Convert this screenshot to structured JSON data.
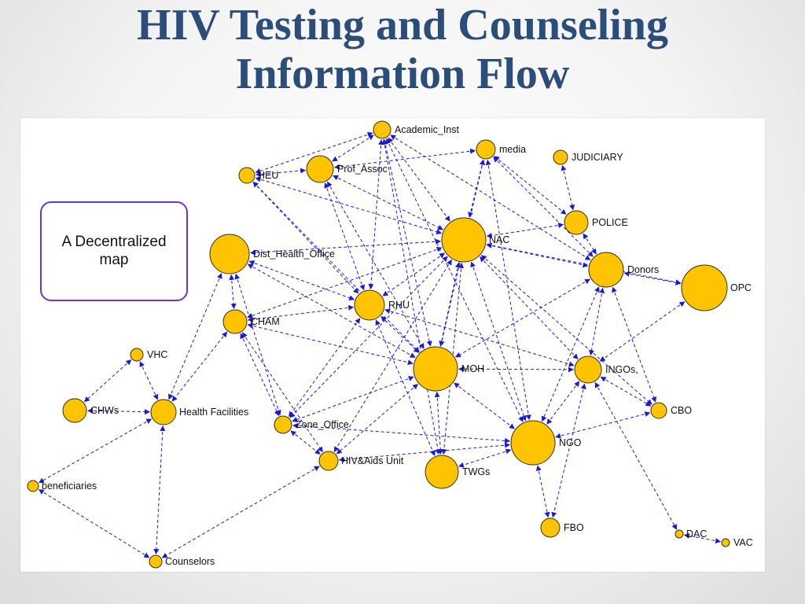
{
  "slide": {
    "title_line1": "HIV Testing and Counseling",
    "title_line2": "Information Flow"
  },
  "callout": {
    "text": "A Decentralized map",
    "border_color": "#6a35d6"
  },
  "colors": {
    "node_fill": "#ffc400",
    "node_stroke": "#3a3000",
    "edge": "#1a1ad6",
    "title": "#2a4d7a"
  },
  "network": {
    "nodes": [
      {
        "id": "academic",
        "label": "Academic_Inst"
      },
      {
        "id": "media",
        "label": "media"
      },
      {
        "id": "judiciary",
        "label": "JUDICIARY"
      },
      {
        "id": "heu",
        "label": "HEU"
      },
      {
        "id": "prof",
        "label": "Prof_Assoc"
      },
      {
        "id": "police",
        "label": "POLICE"
      },
      {
        "id": "nac",
        "label": "NAC"
      },
      {
        "id": "dho",
        "label": "Dist_Health_Office"
      },
      {
        "id": "donors",
        "label": "Donors"
      },
      {
        "id": "opc",
        "label": "OPC"
      },
      {
        "id": "rhu",
        "label": "RHU"
      },
      {
        "id": "cham",
        "label": "CHAM"
      },
      {
        "id": "vhc",
        "label": "VHC"
      },
      {
        "id": "moh",
        "label": "MOH"
      },
      {
        "id": "ingos",
        "label": "INGOs,"
      },
      {
        "id": "chws",
        "label": "CHWs"
      },
      {
        "id": "hf",
        "label": "Health Facilities"
      },
      {
        "id": "zone",
        "label": "Zone_Office"
      },
      {
        "id": "cbo",
        "label": "CBO"
      },
      {
        "id": "ngo",
        "label": "NGO"
      },
      {
        "id": "hiv",
        "label": "HIV&Aids Unit"
      },
      {
        "id": "twgs",
        "label": "TWGs"
      },
      {
        "id": "benef",
        "label": "beneficiaries"
      },
      {
        "id": "fbo",
        "label": "FBO"
      },
      {
        "id": "dac",
        "label": "DAC"
      },
      {
        "id": "vac",
        "label": "VAC"
      },
      {
        "id": "couns",
        "label": "Counselors"
      }
    ],
    "edges": [
      [
        "academic",
        "heu"
      ],
      [
        "academic",
        "prof"
      ],
      [
        "academic",
        "nac"
      ],
      [
        "academic",
        "moh"
      ],
      [
        "academic",
        "rhu"
      ],
      [
        "academic",
        "donors"
      ],
      [
        "academic",
        "ngo"
      ],
      [
        "academic",
        "twgs"
      ],
      [
        "media",
        "prof"
      ],
      [
        "media",
        "nac"
      ],
      [
        "media",
        "police"
      ],
      [
        "media",
        "moh"
      ],
      [
        "media",
        "ngo"
      ],
      [
        "media",
        "donors"
      ],
      [
        "judiciary",
        "police"
      ],
      [
        "heu",
        "prof"
      ],
      [
        "heu",
        "nac"
      ],
      [
        "heu",
        "moh"
      ],
      [
        "heu",
        "rhu"
      ],
      [
        "prof",
        "nac"
      ],
      [
        "prof",
        "moh"
      ],
      [
        "prof",
        "rhu"
      ],
      [
        "police",
        "nac"
      ],
      [
        "police",
        "donors"
      ],
      [
        "nac",
        "dho"
      ],
      [
        "nac",
        "donors"
      ],
      [
        "nac",
        "opc"
      ],
      [
        "nac",
        "rhu"
      ],
      [
        "nac",
        "cham"
      ],
      [
        "nac",
        "moh"
      ],
      [
        "nac",
        "ingos"
      ],
      [
        "nac",
        "zone"
      ],
      [
        "nac",
        "ngo"
      ],
      [
        "nac",
        "hiv"
      ],
      [
        "nac",
        "twgs"
      ],
      [
        "nac",
        "cbo"
      ],
      [
        "dho",
        "cham"
      ],
      [
        "dho",
        "hf"
      ],
      [
        "dho",
        "rhu"
      ],
      [
        "dho",
        "moh"
      ],
      [
        "dho",
        "zone"
      ],
      [
        "donors",
        "opc"
      ],
      [
        "donors",
        "moh"
      ],
      [
        "donors",
        "ingos"
      ],
      [
        "donors",
        "ngo"
      ],
      [
        "donors",
        "cbo"
      ],
      [
        "opc",
        "ingos"
      ],
      [
        "rhu",
        "cham"
      ],
      [
        "rhu",
        "moh"
      ],
      [
        "rhu",
        "zone"
      ],
      [
        "rhu",
        "ingos"
      ],
      [
        "rhu",
        "twgs"
      ],
      [
        "cham",
        "hf"
      ],
      [
        "cham",
        "moh"
      ],
      [
        "cham",
        "zone"
      ],
      [
        "cham",
        "hiv"
      ],
      [
        "vhc",
        "chws"
      ],
      [
        "vhc",
        "hf"
      ],
      [
        "chws",
        "hf"
      ],
      [
        "hf",
        "benef"
      ],
      [
        "hf",
        "couns"
      ],
      [
        "moh",
        "zone"
      ],
      [
        "moh",
        "ingos"
      ],
      [
        "moh",
        "ngo"
      ],
      [
        "moh",
        "hiv"
      ],
      [
        "moh",
        "twgs"
      ],
      [
        "ingos",
        "ngo"
      ],
      [
        "ingos",
        "cbo"
      ],
      [
        "ingos",
        "fbo"
      ],
      [
        "ingos",
        "dac"
      ],
      [
        "zone",
        "hiv"
      ],
      [
        "zone",
        "ngo"
      ],
      [
        "ngo",
        "hiv"
      ],
      [
        "ngo",
        "twgs"
      ],
      [
        "ngo",
        "fbo"
      ],
      [
        "ngo",
        "cbo"
      ],
      [
        "hiv",
        "couns"
      ],
      [
        "benef",
        "couns"
      ],
      [
        "dac",
        "vac"
      ]
    ]
  }
}
